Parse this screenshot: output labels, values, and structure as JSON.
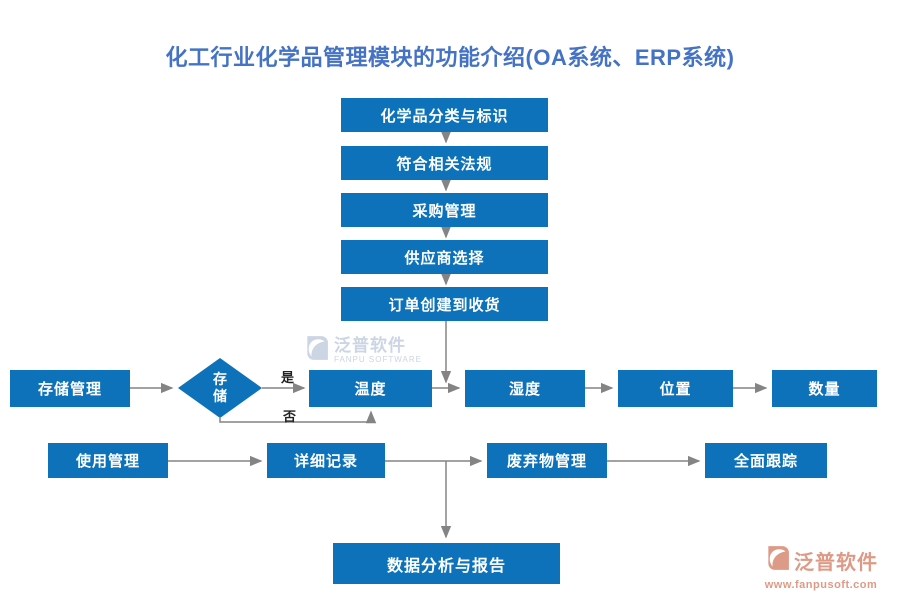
{
  "title": "化工行业化学品管理模块的功能介绍(OA系统、ERP系统)",
  "colors": {
    "box_blue": "#0d72b9",
    "title_blue": "#4472c4",
    "line_gray": "#848484",
    "watermark_gray": "#c9d3e2",
    "logo_salmon": "#dd9b87"
  },
  "procurement_chain": [
    "化学品分类与标识",
    "符合相关法规",
    "采购管理",
    "供应商选择",
    "订单创建到收货"
  ],
  "storage_flow": {
    "entry": "存储管理",
    "decision": "存储",
    "yes_label": "是",
    "no_label": "否",
    "monitors": [
      "温度",
      "湿度",
      "位置",
      "数量"
    ]
  },
  "usage_flow": [
    "使用管理",
    "详细记录",
    "废弃物管理",
    "全面跟踪"
  ],
  "report_node": "数据分析与报告",
  "watermark": {
    "name": "泛普软件",
    "subtitle": "FANPU SOFTWARE"
  },
  "footer_logo": {
    "name": "泛普软件",
    "website": "www.fanpusoft.com"
  }
}
